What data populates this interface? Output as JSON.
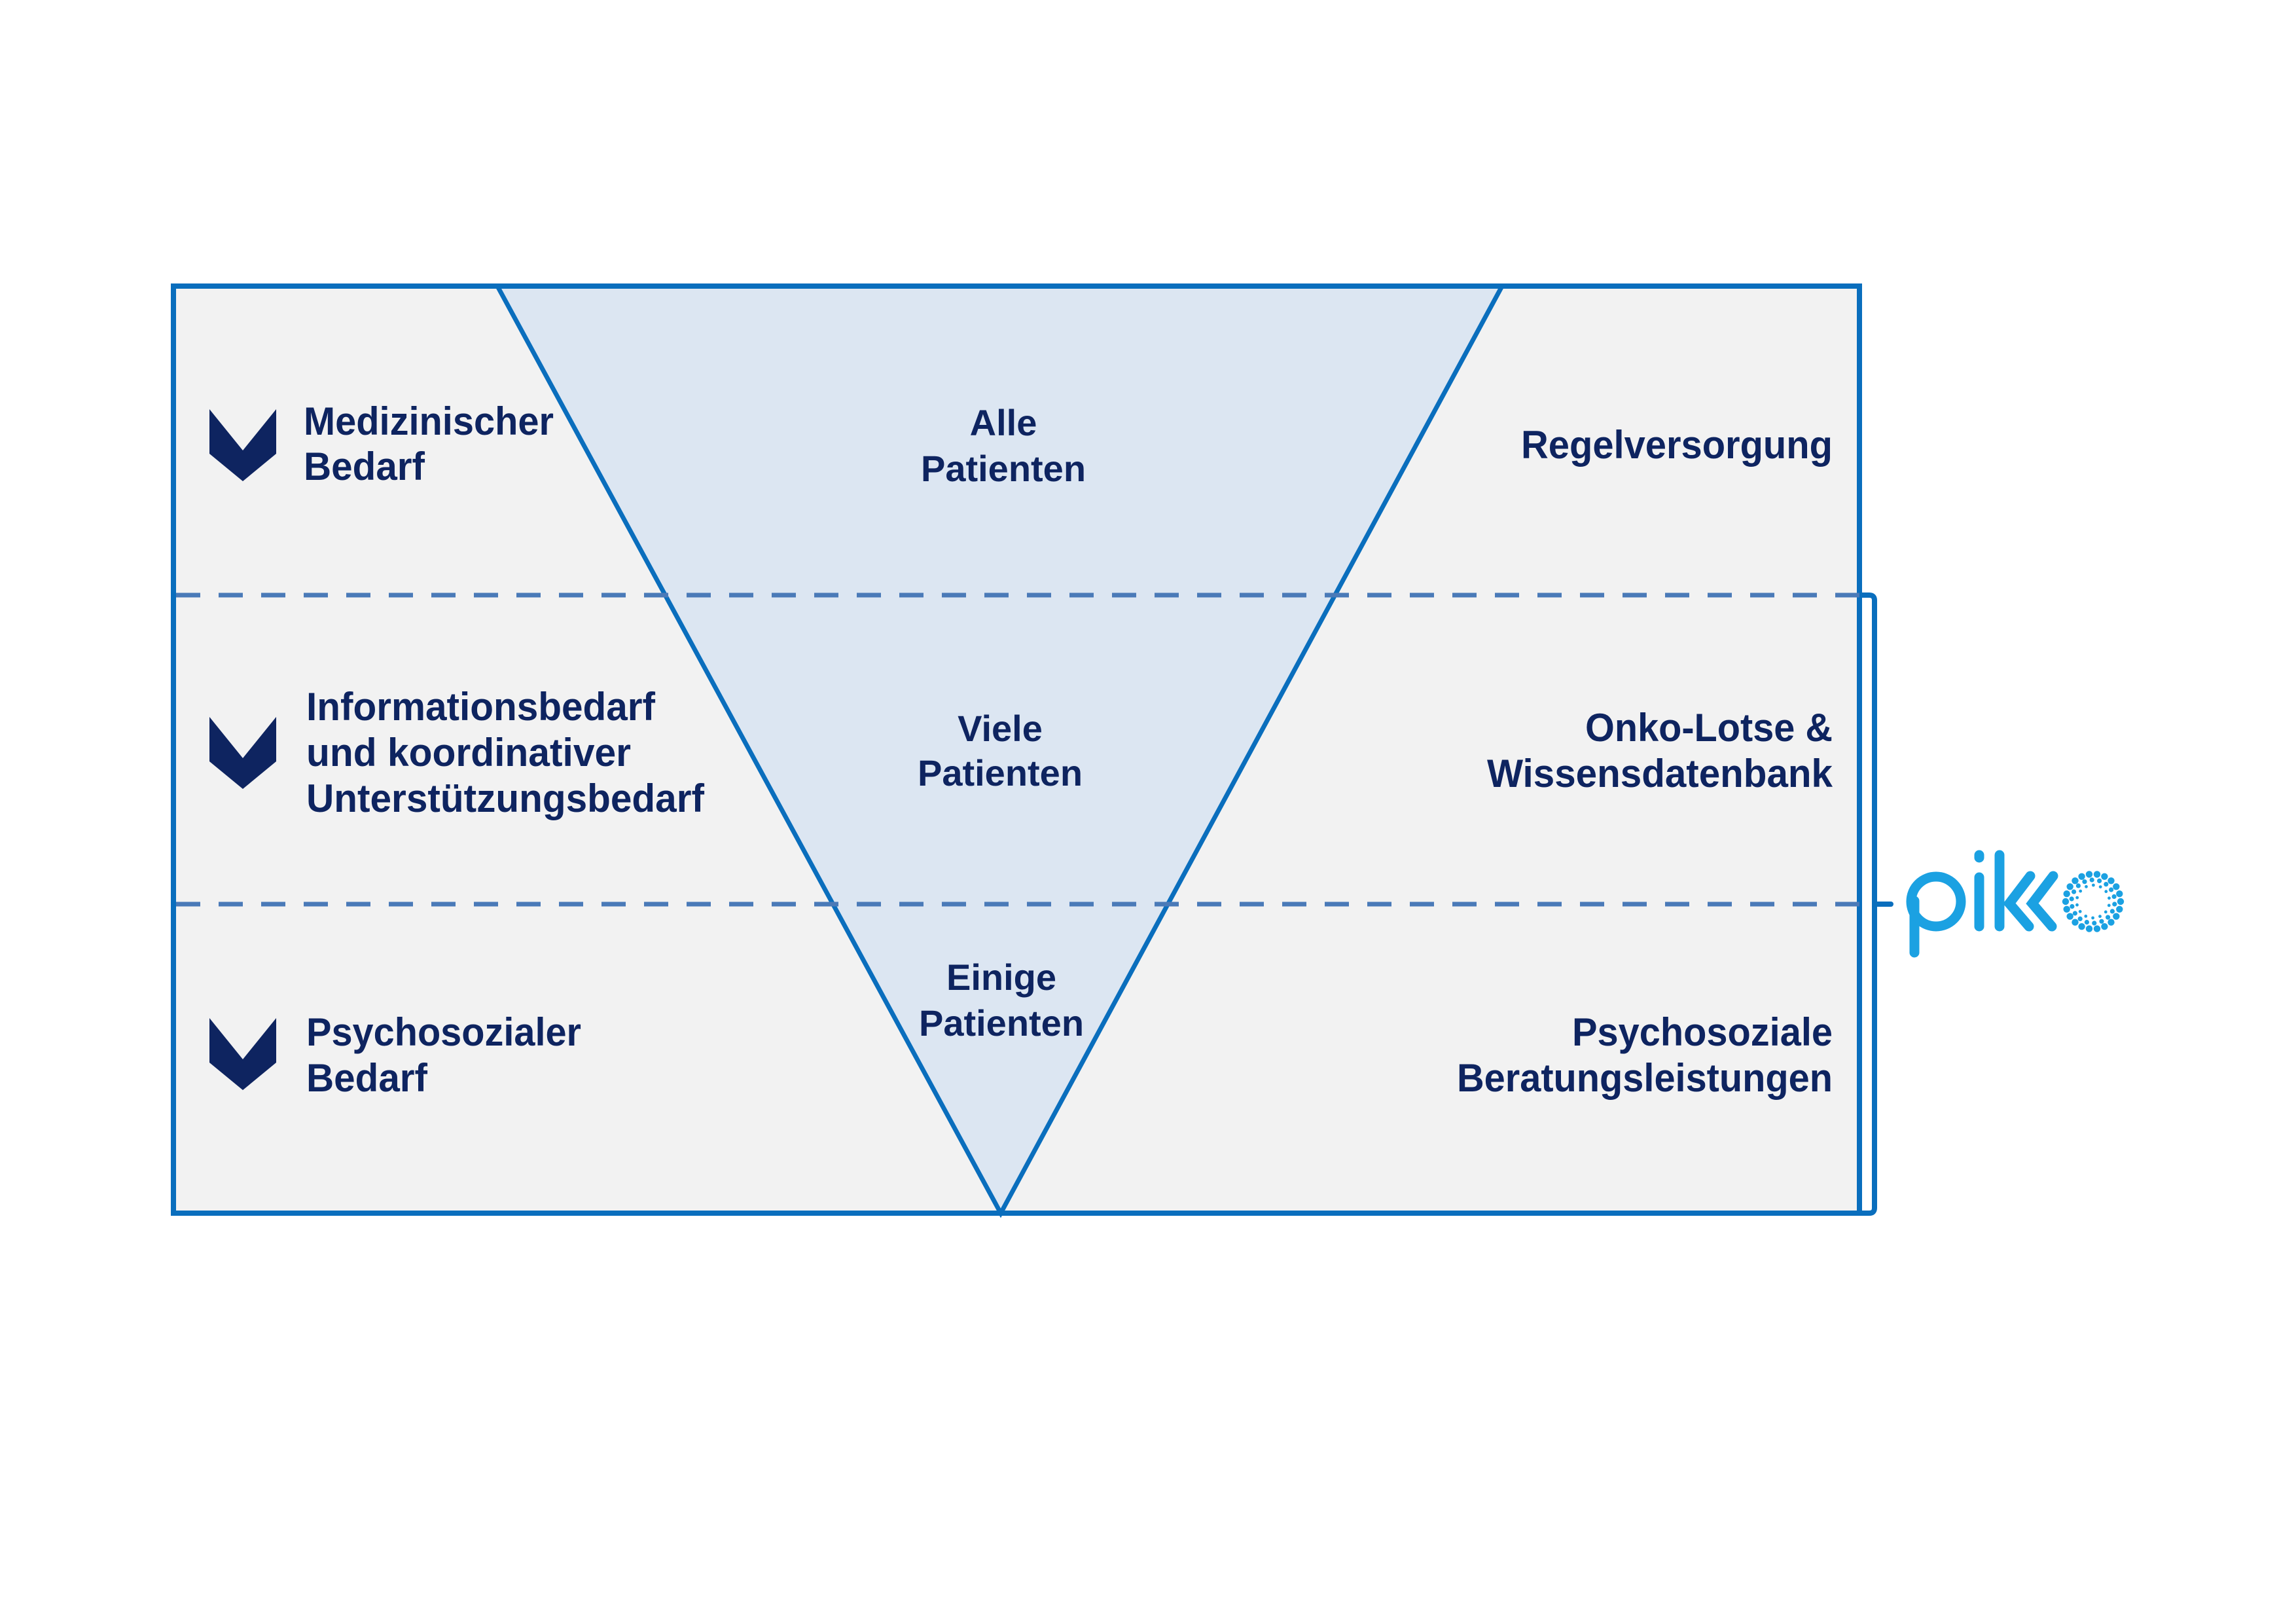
{
  "diagram": {
    "title": "Versorgungsbedarf von Patienten – Stufenmodell",
    "colors": {
      "background": "#ffffff",
      "panel_fill": "#f2f2f2",
      "funnel_fill": "#dce6f2",
      "frame_stroke": "#0a6ebd",
      "divider_stroke": "#4a7ab8",
      "text": "#0e2460",
      "chevron": "#0e2460",
      "logo": "#1ba1e2"
    },
    "rows": [
      {
        "need": [
          "Medizinischer",
          "Bedarf"
        ],
        "reach": [
          "Alle",
          "Patienten"
        ],
        "service": [
          "Regelversorgung"
        ]
      },
      {
        "need": [
          "Informationsbedarf",
          "und koordinativer",
          "Unterstützungsbedarf"
        ],
        "reach": [
          "Viele",
          "Patienten"
        ],
        "service": [
          "Onko-Lotse &",
          "Wissensdatenbank"
        ]
      },
      {
        "need": [
          "Psychosozialer",
          "Bedarf"
        ],
        "reach": [
          "Einige",
          "Patienten"
        ],
        "service": [
          "Psychosoziale",
          "Beratungsleistungen"
        ]
      }
    ],
    "bracket": {
      "covers_rows": [
        2,
        3
      ],
      "logo_text": "pikko",
      "logo_icon": "dotted-ring-icon"
    }
  }
}
